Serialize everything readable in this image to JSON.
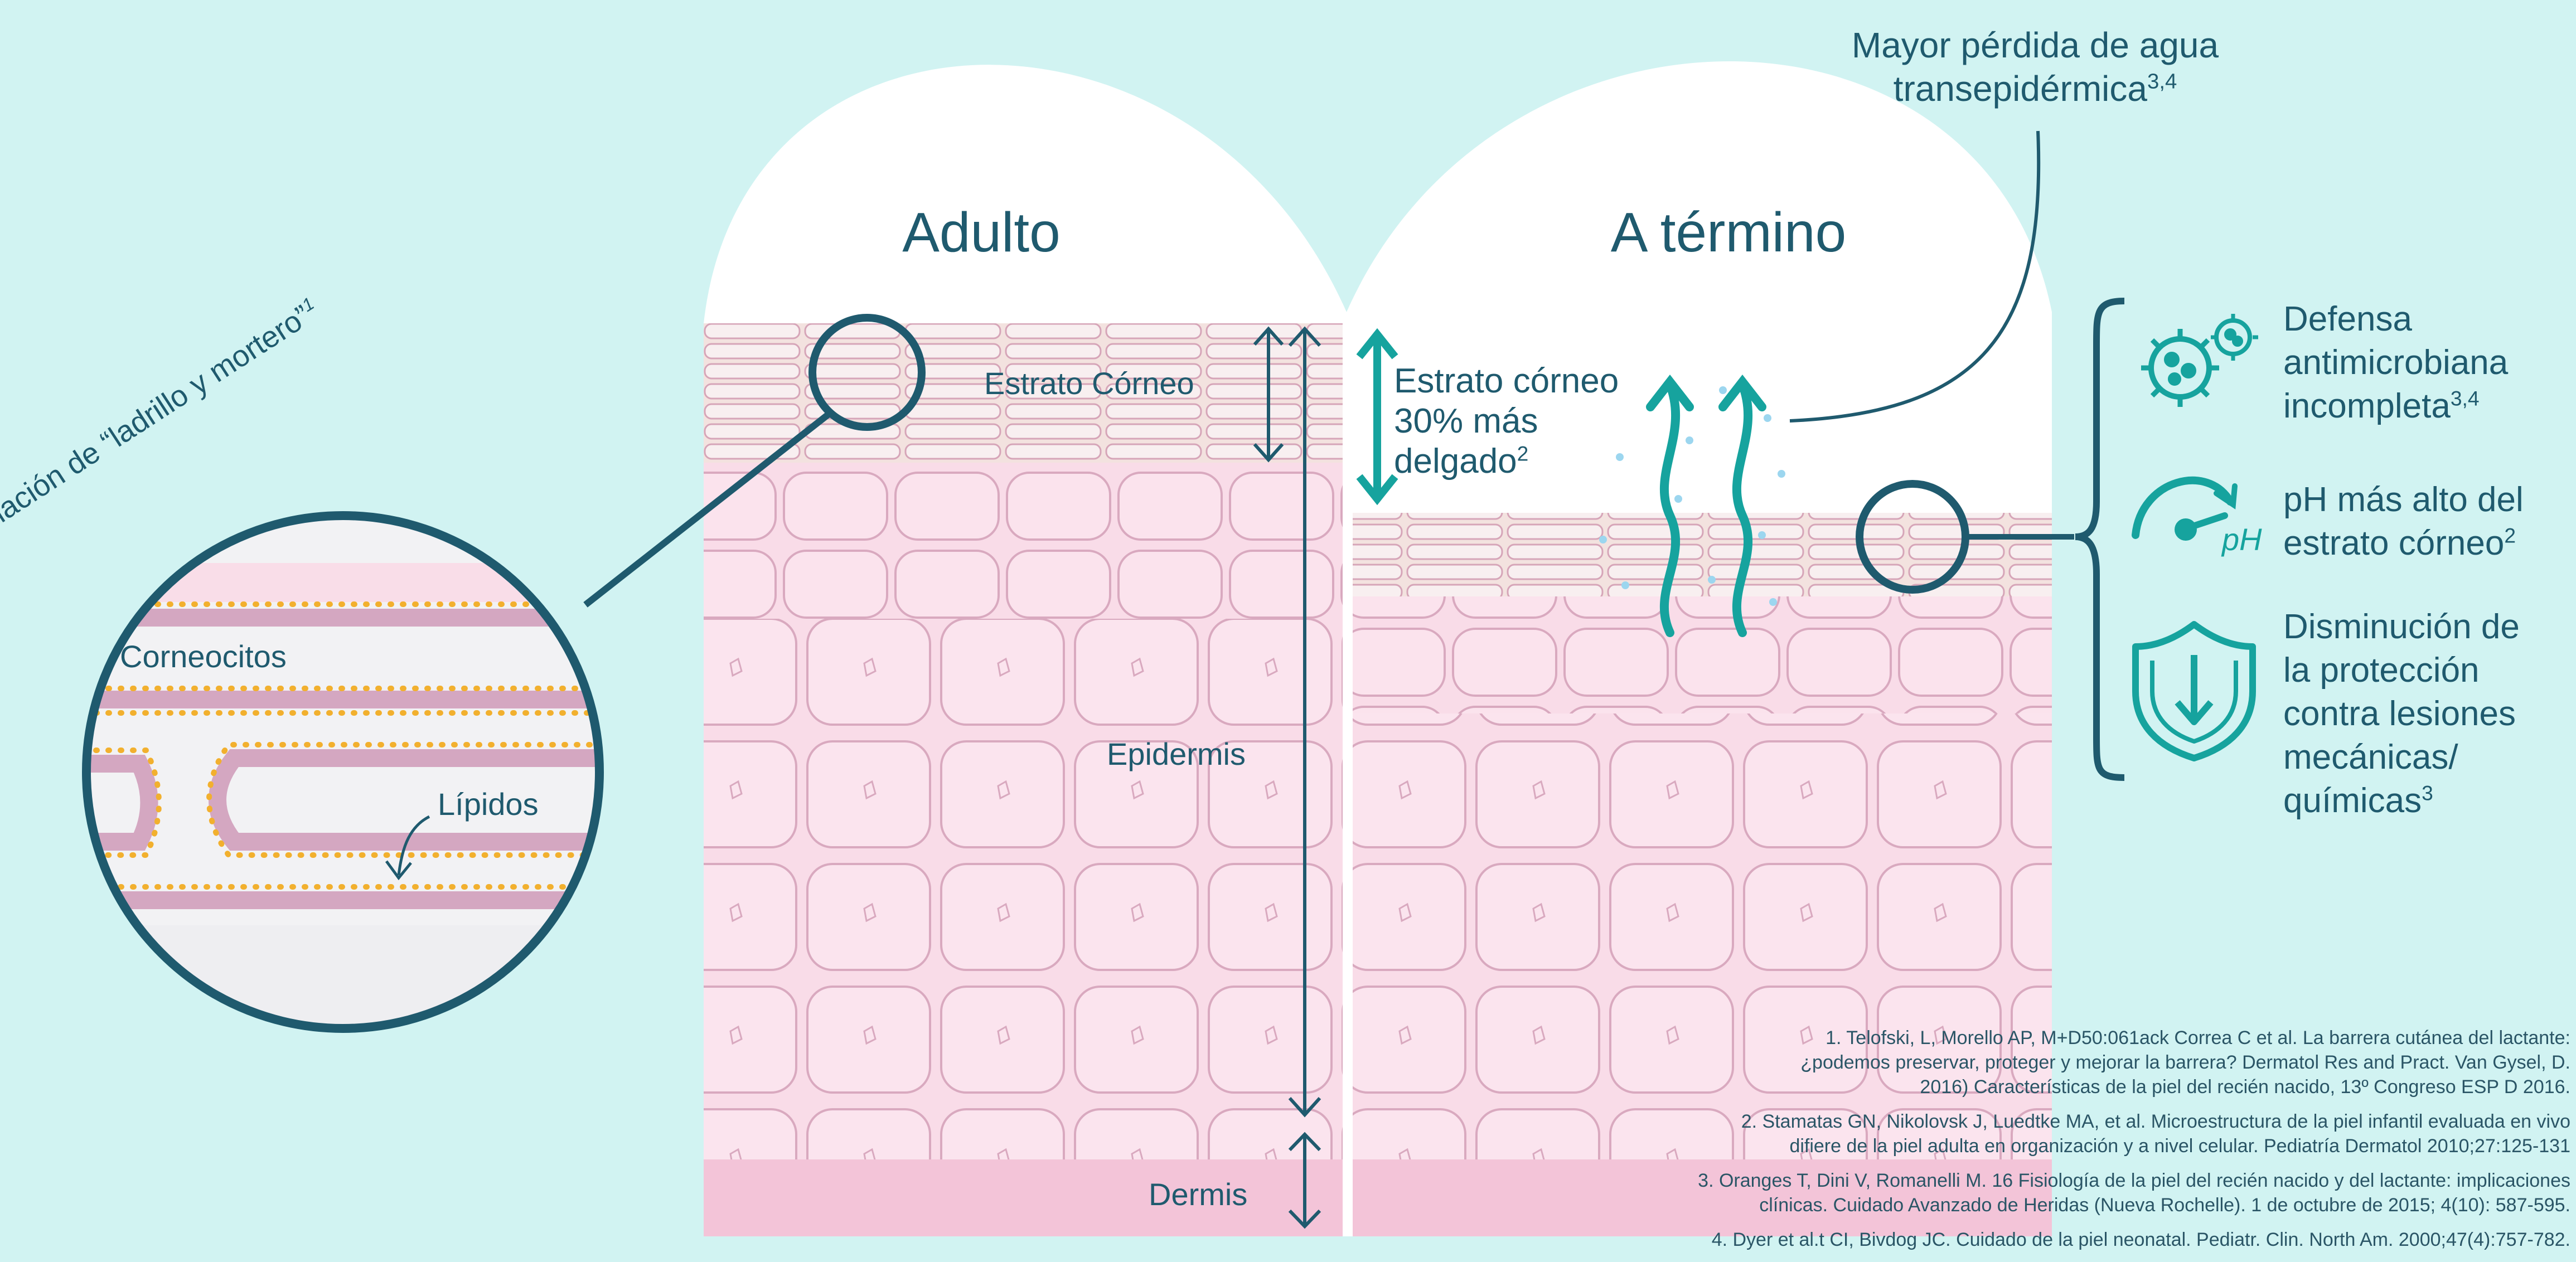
{
  "titles": {
    "adult": "Adulto",
    "term": "A término"
  },
  "inset": {
    "caption": "Formación de “ladrillo y mortero”",
    "caption_ref": "1",
    "corneocytes": "Corneocitos",
    "lipids": "Lípidos"
  },
  "adult_labels": {
    "stratum_corneum": "Estrato Córneo",
    "epidermis": "Epidermis",
    "dermis": "Dermis"
  },
  "term_labels": {
    "thinner_line1": "Estrato córneo",
    "thinner_line2": "30% más",
    "thinner_line3": "delgado",
    "thinner_ref": "2"
  },
  "water_loss": {
    "line1": "Mayor pérdida de agua",
    "line2": "transepidérmica",
    "ref": "3,4"
  },
  "benefits": [
    {
      "icon": "microbe-icon",
      "line1": "Defensa",
      "line2": "antimicrobiana",
      "line3": "incompleta",
      "ref": "3,4"
    },
    {
      "icon": "ph-gauge-icon",
      "line1": "pH más alto del",
      "line2": "estrato córneo",
      "ref": "2",
      "icon_text": "pH"
    },
    {
      "icon": "shield-icon",
      "line1": "Disminución de",
      "line2": "la protección",
      "line3": "contra lesiones",
      "line4": "mecánicas/",
      "line5": "químicas",
      "ref": "3"
    }
  ],
  "references": [
    {
      "line1": "1. Telofski, L, Morello AP, M+D50:061ack Correa C et al. La barrera cutánea del lactante:",
      "line2": "¿podemos preservar, proteger y mejorar la barrera? Dermatol Res and Pract. Van Gysel, D.",
      "line3": "2016) Características de la piel del recién nacido, 13º Congreso ESP D 2016."
    },
    {
      "line1": "2. Stamatas GN, Nikolovsk J, Luedtke MA, et al. Microestructura de la piel infantil evaluada en vivo",
      "line2": "difiere de la piel adulta en organización y a nivel celular. Pediatría Dermatol 2010;27:125-131"
    },
    {
      "line1": "3. Oranges T, Dini V, Romanelli M. 16 Fisiología de la piel del recién nacido y del lactante: implicaciones",
      "line2": "clínicas. Cuidado Avanzado de Heridas (Nueva Rochelle). 1 de octubre de 2015; 4(10): 587-595."
    },
    {
      "line1": "4. Dyer et al.t CI, Bivdog JC. Cuidado de la piel neonatal. Pediatr. Clin. North Am. 2000;47(4):757-782."
    }
  ],
  "colors": {
    "background": "#d1f3f2",
    "navy": "#1f5a6e",
    "teal": "#16a39e",
    "skin": "#f9dce8",
    "cell_stroke": "#d9a9bf",
    "lipid": "#f2b02e"
  }
}
